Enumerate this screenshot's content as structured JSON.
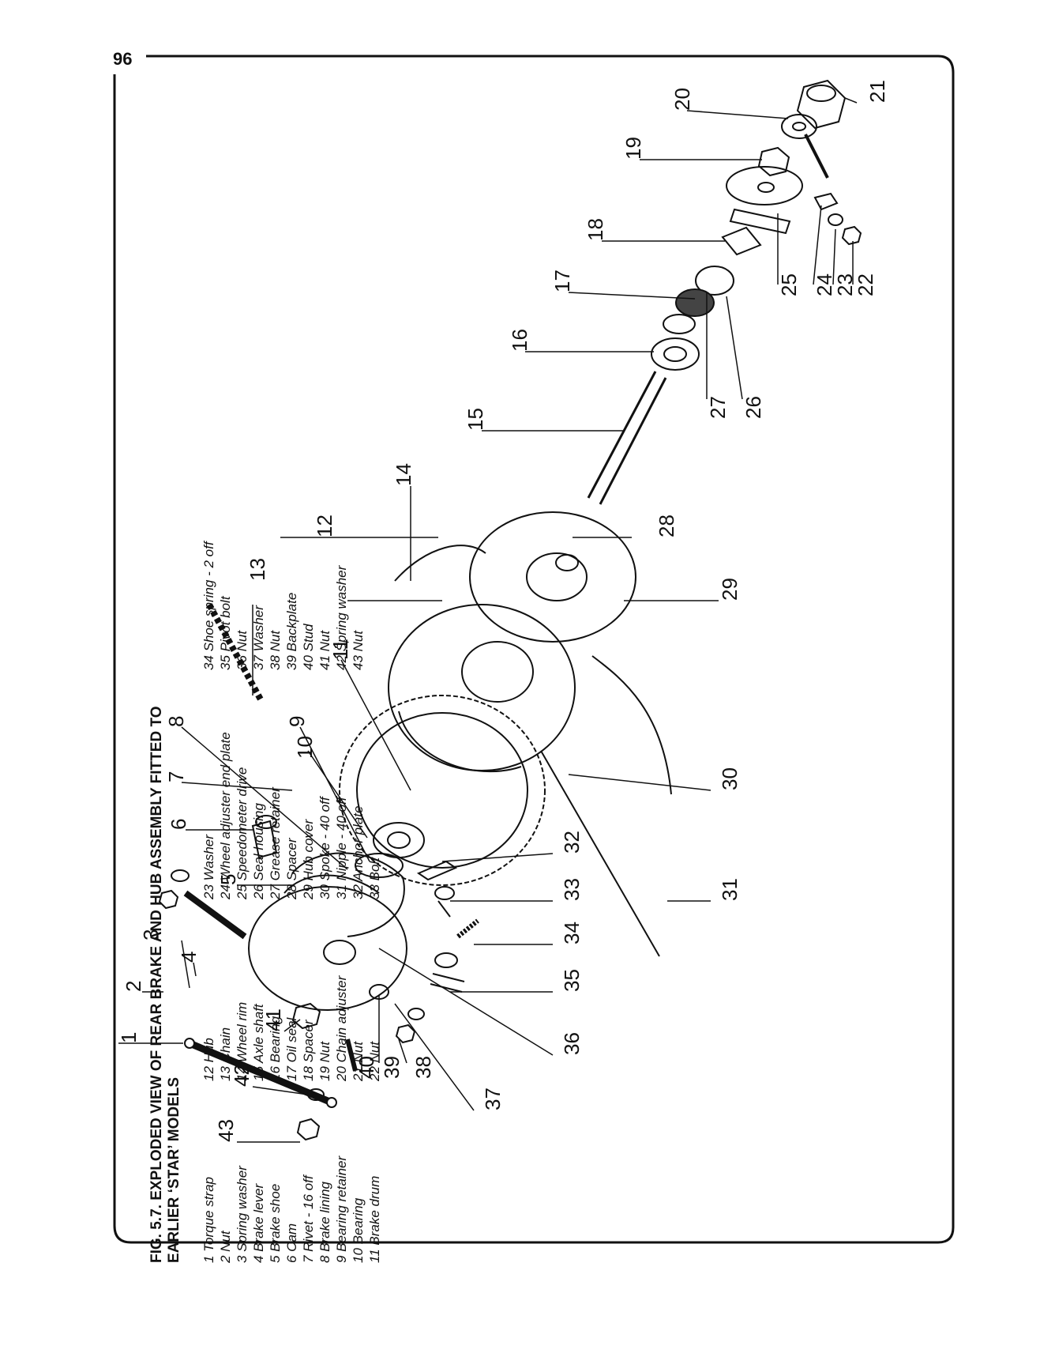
{
  "page": {
    "number": "96"
  },
  "figure": {
    "caption": "FIG. 5.7. EXPLODED VIEW OF REAR BRAKE AND HUB ASSEMBLY FITTED TO\nEARLIER ‘STAR’ MODELS"
  },
  "legend": {
    "col1": [
      "1  Torque strap",
      "2  Nut",
      "3  Spring washer",
      "4  Brake lever",
      "5  Brake shoe",
      "6  Cam",
      "7  Rivet - 16 off",
      "8  Brake lining",
      "9  Bearing retainer",
      "10 Bearing",
      "11 Brake drum"
    ],
    "col2": [
      "12 Hub",
      "13 Chain",
      "14 Wheel rim",
      "15 Axle shaft",
      "16 Bearing",
      "17 Oil seal",
      "18 Spacer",
      "19 Nut",
      "20 Chain adjuster",
      "21 Nut",
      "22 Nut"
    ],
    "col3": [
      "23 Washer",
      "24 Wheel adjuster end plate",
      "25 Speedometer drive",
      "26 Seal housing",
      "27 Grease retainer",
      "28 Spacer",
      "29 Hub cover",
      "30 Spoke - 40 off",
      "31 Nipple - 40 off",
      "32 Anchor plate",
      "33 Bolt"
    ],
    "col4": [
      "34 Shoe spring - 2 off",
      "35 Pivot bolt",
      "36 Nut",
      "37 Washer",
      "38 Nut",
      "39 Backplate",
      "40 Stud",
      "41 Nut",
      "42 Spring washer",
      "43 Nut"
    ]
  },
  "callouts": [
    "1",
    "2",
    "3",
    "4",
    "5",
    "6",
    "7",
    "8",
    "9",
    "10",
    "11",
    "12",
    "13",
    "14",
    "15",
    "16",
    "17",
    "18",
    "19",
    "20",
    "21",
    "22",
    "23",
    "24",
    "25",
    "26",
    "27",
    "28",
    "29",
    "30",
    "31",
    "32",
    "33",
    "34",
    "35",
    "36",
    "37",
    "38",
    "39",
    "40",
    "41",
    "42",
    "43"
  ]
}
